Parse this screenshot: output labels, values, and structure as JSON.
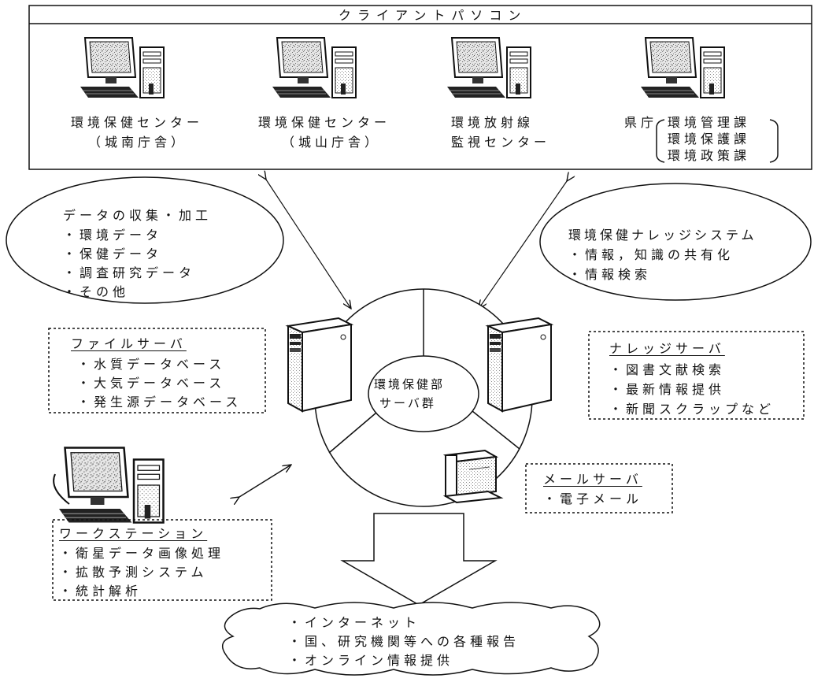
{
  "clients": {
    "title": "クライアントパソコン",
    "pc1": [
      "環境保健センター",
      "（城南庁舎）"
    ],
    "pc2": [
      "環境保健センター",
      "（城山庁舎）"
    ],
    "pc3": [
      "環境放射線",
      "監視センター"
    ],
    "pref_label": "県庁",
    "pref_depts": [
      "環境管理課",
      "環境保護課",
      "環境政策課"
    ]
  },
  "left_ellipse": [
    "データの収集・加工",
    "・環境データ",
    "・保健データ",
    "・調査研究データ",
    "・その他"
  ],
  "right_ellipse": [
    "環境保健ナレッジシステム",
    "・情報，知識の共有化",
    "・情報検索"
  ],
  "file_server": {
    "title": "ファイルサーバ",
    "items": [
      "・水質データベース",
      "・大気データベース",
      "・発生源データベース"
    ]
  },
  "knowledge_server": {
    "title": "ナレッジサーバ",
    "items": [
      "・図書文献検索",
      "・最新情報提供",
      "・新聞スクラップなど"
    ]
  },
  "hub": [
    "環境保健部",
    "サーバ群"
  ],
  "mail_server": {
    "title": "メールサーバ",
    "items": [
      "・電子メール"
    ]
  },
  "workstation": {
    "title": "ワークステーション",
    "items": [
      "・衛星データ画像処理",
      "・拡散予測システム",
      "・統計解析"
    ]
  },
  "cloud": [
    "・インターネット",
    "・国、研究機関等への各種報告",
    "・オンライン情報提供"
  ]
}
